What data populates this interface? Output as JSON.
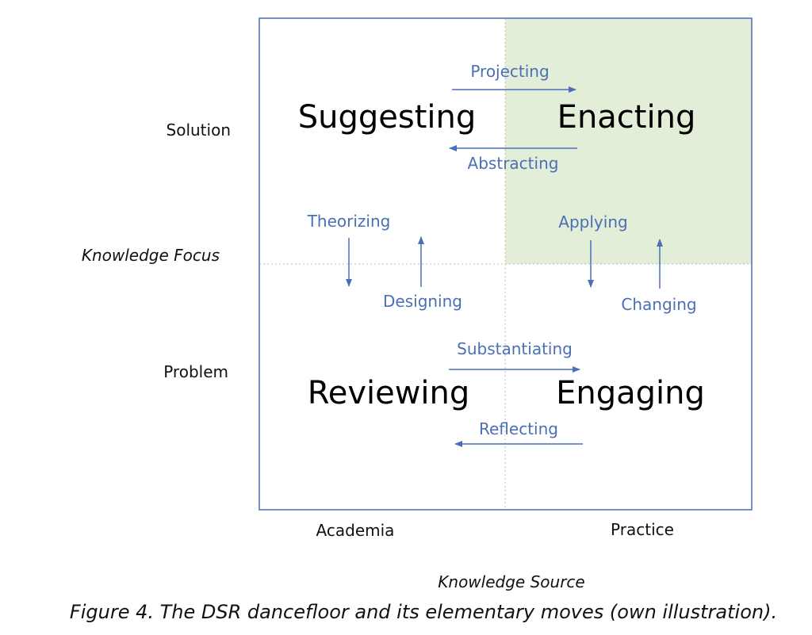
{
  "figure": {
    "y_axis": {
      "title": "Knowledge Focus",
      "top_label": "Solution",
      "bottom_label": "Problem"
    },
    "x_axis": {
      "title": "Knowledge Source",
      "left_label": "Academia",
      "right_label": "Practice"
    },
    "quadrants": {
      "top_left": "Suggesting",
      "top_right": "Enacting",
      "bottom_left": "Reviewing",
      "bottom_right": "Engaging"
    },
    "highlighted_quadrant": "top_right",
    "moves": {
      "projecting": "Projecting",
      "abstracting": "Abstracting",
      "theorizing": "Theorizing",
      "designing": "Designing",
      "applying": "Applying",
      "changing": "Changing",
      "substantiating": "Substantiating",
      "reflecting": "Reflecting"
    },
    "caption": "Figure 4. The DSR dancefloor and its elementary moves (own illustration)."
  },
  "colors": {
    "frame": "#4a6fb5",
    "arrow": "#4a6fb5",
    "move_text": "#4a6fb5",
    "highlight_fill": "#e3eed9",
    "divider": "#bdbdbd"
  }
}
